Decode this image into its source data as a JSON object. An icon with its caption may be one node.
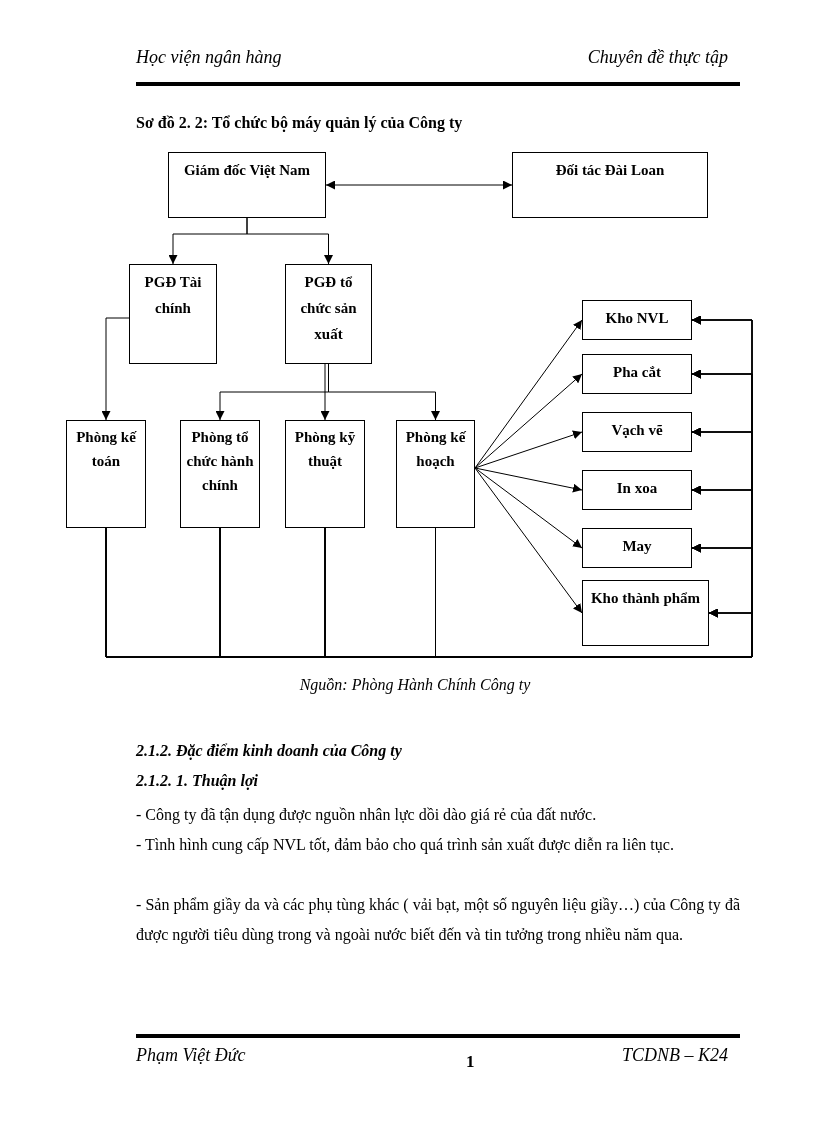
{
  "diagram": {
    "title": "Sơ đồ 2. 2: Tổ chức bộ máy quản lý của Công ty",
    "caption": "Nguồn: Phòng Hành Chính Công ty",
    "nodes": [
      {
        "text": [
          "Giám đốc Việt Nam"
        ]
      },
      {
        "text": [
          "Đối tác Đài Loan"
        ]
      },
      {
        "text": [
          "PGĐ Tài chính"
        ]
      },
      {
        "text": [
          "PGĐ tổ chức sản xuất"
        ]
      },
      {
        "text": [
          "Phòng kế toán"
        ]
      },
      {
        "text": [
          "Phòng tổ chức hành chính"
        ]
      },
      {
        "text": [
          "Phòng kỹ thuật"
        ]
      },
      {
        "text": [
          "Phòng kế hoạch"
        ]
      },
      {
        "text": [
          "Kho NVL"
        ]
      },
      {
        "text": [
          "Pha cắt"
        ]
      },
      {
        "text": [
          "Vạch vẽ"
        ]
      },
      {
        "text": [
          "In xoa"
        ]
      },
      {
        "text": [
          "May"
        ]
      },
      {
        "text": [
          "Kho thành phẩm"
        ]
      }
    ],
    "edges": [
      {
        "from": 0,
        "to": 1,
        "arrow": "both"
      },
      {
        "from": 0,
        "to": 2,
        "arrow": "to"
      },
      {
        "from": 0,
        "to": 3,
        "arrow": "to"
      },
      {
        "from": 2,
        "to": 4,
        "arrow": "to"
      },
      {
        "from": 3,
        "to": 5,
        "arrow": "to"
      },
      {
        "from": 3,
        "to": 6,
        "arrow": "to"
      },
      {
        "from": 3,
        "to": 7,
        "arrow": "to"
      },
      {
        "from": 7,
        "to": 8,
        "arrow": "to"
      },
      {
        "from": 7,
        "to": 9,
        "arrow": "to"
      },
      {
        "from": 7,
        "to": 10,
        "arrow": "to"
      },
      {
        "from": 7,
        "to": 11,
        "arrow": "to"
      },
      {
        "from": 7,
        "to": 12,
        "arrow": "to"
      },
      {
        "from": 7,
        "to": 13,
        "arrow": "to"
      },
      {
        "from": 4,
        "to": 8,
        "arrow": "to"
      },
      {
        "from": 4,
        "to": 9,
        "arrow": "to"
      },
      {
        "from": 4,
        "to": 10,
        "arrow": "to"
      },
      {
        "from": 4,
        "to": 11,
        "arrow": "to"
      },
      {
        "from": 4,
        "to": 12,
        "arrow": "to"
      },
      {
        "from": 4,
        "to": 13,
        "arrow": "to"
      },
      {
        "from": 5,
        "to": 8,
        "arrow": "to"
      },
      {
        "from": 5,
        "to": 9,
        "arrow": "to"
      },
      {
        "from": 5,
        "to": 10,
        "arrow": "to"
      },
      {
        "from": 5,
        "to": 11,
        "arrow": "to"
      },
      {
        "from": 5,
        "to": 12,
        "arrow": "to"
      },
      {
        "from": 5,
        "to": 13,
        "arrow": "to"
      },
      {
        "from": 6,
        "to": 8,
        "arrow": "to"
      },
      {
        "from": 6,
        "to": 9,
        "arrow": "to"
      },
      {
        "from": 6,
        "to": 10,
        "arrow": "to"
      },
      {
        "from": 6,
        "to": 11,
        "arrow": "to"
      },
      {
        "from": 6,
        "to": 12,
        "arrow": "to"
      },
      {
        "from": 6,
        "to": 13,
        "arrow": "to"
      },
      {
        "from": 7,
        "to": 8,
        "arrow": "to"
      },
      {
        "from": 7,
        "to": 9,
        "arrow": "to"
      },
      {
        "from": 7,
        "to": 10,
        "arrow": "to"
      },
      {
        "from": 7,
        "to": 11,
        "arrow": "to"
      },
      {
        "from": 7,
        "to": 12,
        "arrow": "to"
      },
      {
        "from": 7,
        "to": 13,
        "arrow": "to"
      }
    ],
    "labels": [
      "Học viện ngân hàng",
      "Chuyên đề thực tập",
      "2.1.2. Đặc điểm kinh doanh của Công ty",
      "2.1.2. 1. Thuận lợi",
      "- Công ty đã tận dụng được nguồn nhân lực dồi dào giá rẻ của đất nước.",
      "- Tình hình cung cấp NVL tốt, đảm bảo cho quá trình sản xuất được diễn ra liên tục.",
      "- Sản phẩm giầy da và các phụ tùng khác ( vải bạt, một số nguyên liệu giầy…) của Công ty đã được người tiêu dùng trong và ngoài nước biết đến và tin tưởng trong nhiều năm qua.",
      "Phạm Việt Đức",
      "1",
      "TCDNB – K24"
    ]
  }
}
